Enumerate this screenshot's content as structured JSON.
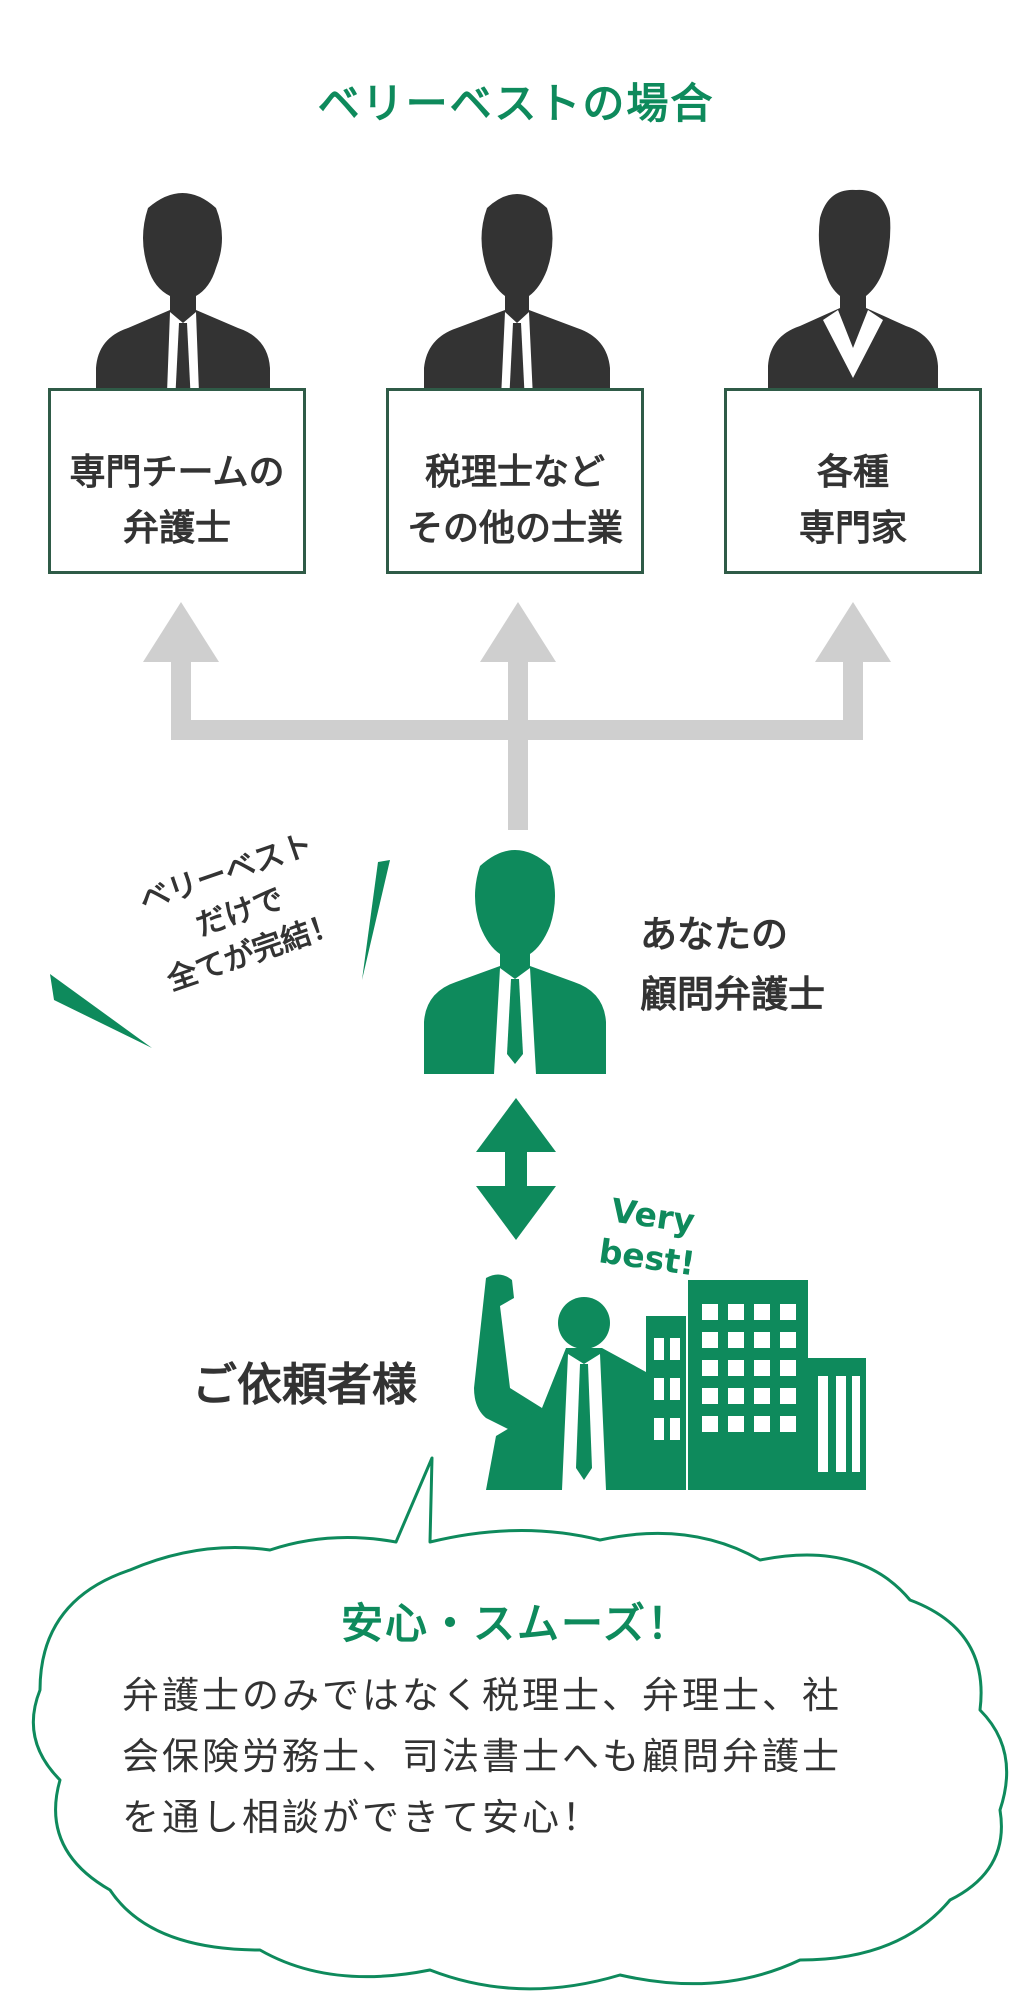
{
  "title": "ベリーベストの場合",
  "experts": [
    {
      "line1": "専門チームの",
      "line2": "弁護士"
    },
    {
      "line1": "税理士など",
      "line2": "その他の士業"
    },
    {
      "line1": "各種",
      "line2": "専門家"
    }
  ],
  "lawyer_label": {
    "line1": "あなたの",
    "line2": "顧問弁護士"
  },
  "burst": {
    "line1": "ベリーベスト",
    "line2": "だけで",
    "line3": "全てが完結！"
  },
  "client_label": "ご依頼者様",
  "verybest": {
    "line1": "Very",
    "line2": "best!"
  },
  "bubble": {
    "title": "安心・スムーズ！",
    "line1": "弁護士のみではなく税理士、弁理士、社",
    "line2": "会保険労務士、司法書士へも顧問弁護士",
    "line3": "を通し相談ができて安心！"
  },
  "colors": {
    "green": "#0e8a5c",
    "dark": "#333333",
    "gray_arrow": "#cfcfcf",
    "box_border": "#2f5b47"
  },
  "icons": [
    "businessman-silhouette-icon",
    "businesswoman-silhouette-icon",
    "building-icon",
    "double-arrow-icon"
  ]
}
